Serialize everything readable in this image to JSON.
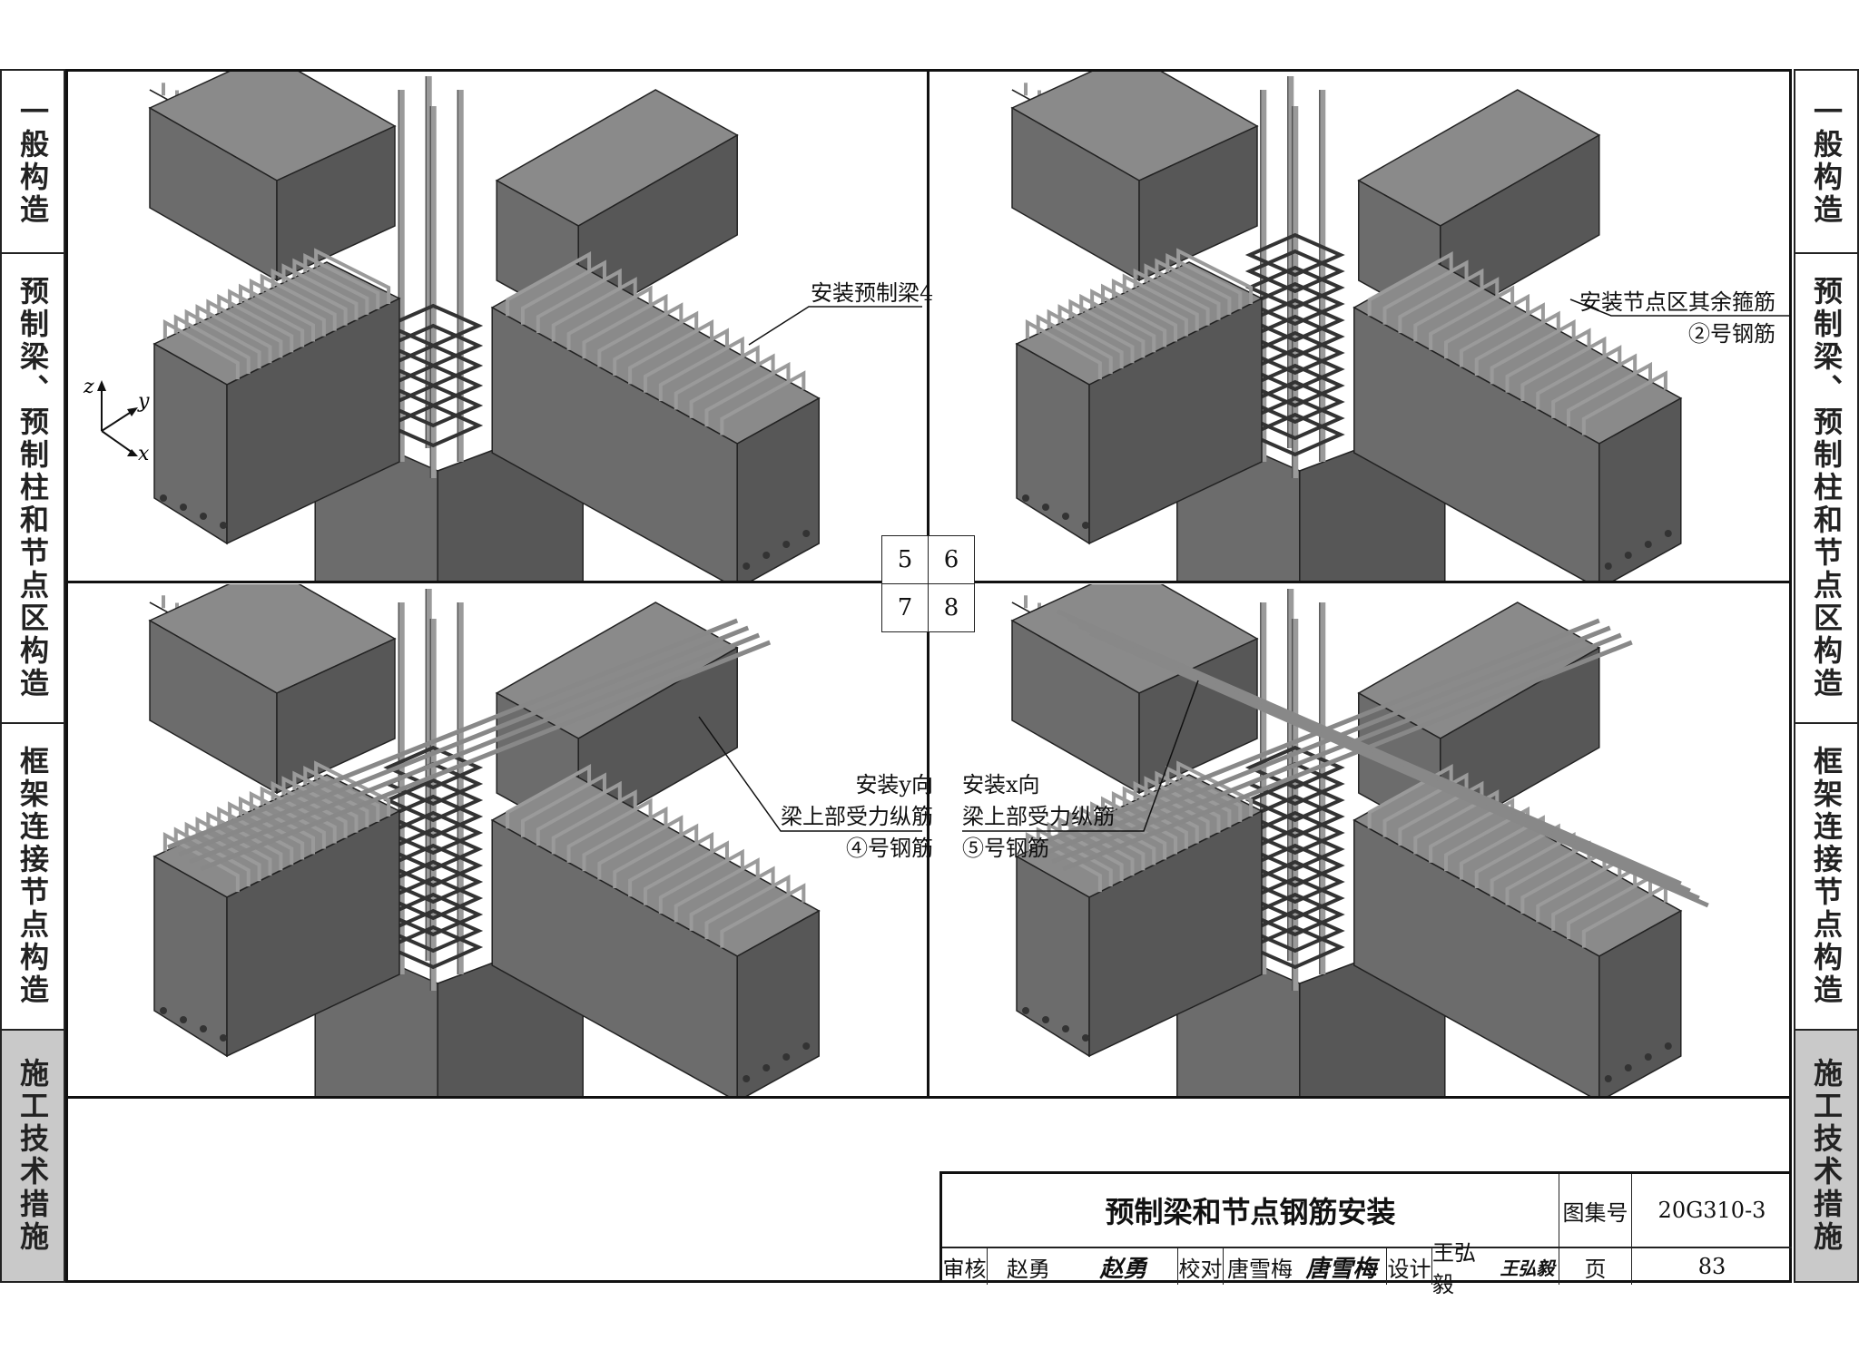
{
  "side_tabs": [
    {
      "label": "一般构造",
      "active": false
    },
    {
      "label": "预制梁、预制柱和节点区构造",
      "active": false
    },
    {
      "label": "框架连接节点构造",
      "active": false
    },
    {
      "label": "施工技术措施",
      "active": true
    }
  ],
  "sequence": {
    "p5": "5",
    "p6": "6",
    "p7": "7",
    "p8": "8"
  },
  "callouts": {
    "c5": "安装预制梁4",
    "c6_line1": "安装节点区其余箍筋",
    "c6_line2": "②号钢筋",
    "c7_line1": "安装y向",
    "c7_line2": "梁上部受力纵筋",
    "c7_line3": "④号钢筋",
    "c8_line1": "安装x向",
    "c8_line2": "梁上部受力纵筋",
    "c8_line3": "⑤号钢筋"
  },
  "axes": {
    "z": "z",
    "y": "y",
    "x": "x"
  },
  "title_block": {
    "title": "预制梁和节点钢筋安装",
    "atlas_label": "图集号",
    "atlas_no": "20G310-3",
    "review_label": "审核",
    "reviewer": "赵勇",
    "reviewer_sig": "赵勇",
    "check_label": "校对",
    "checker": "唐雪梅",
    "checker_sig": "唐雪梅",
    "design_label": "设计",
    "designer": "王弘毅",
    "designer_sig": "王弘毅",
    "page_label": "页",
    "page_no": "83"
  },
  "colors": {
    "concrete_top": "#8a8a8a",
    "concrete_left": "#6c6c6c",
    "concrete_right": "#575757",
    "rebar": "#9a9a9a",
    "active_tab": "#c9c9c9"
  }
}
